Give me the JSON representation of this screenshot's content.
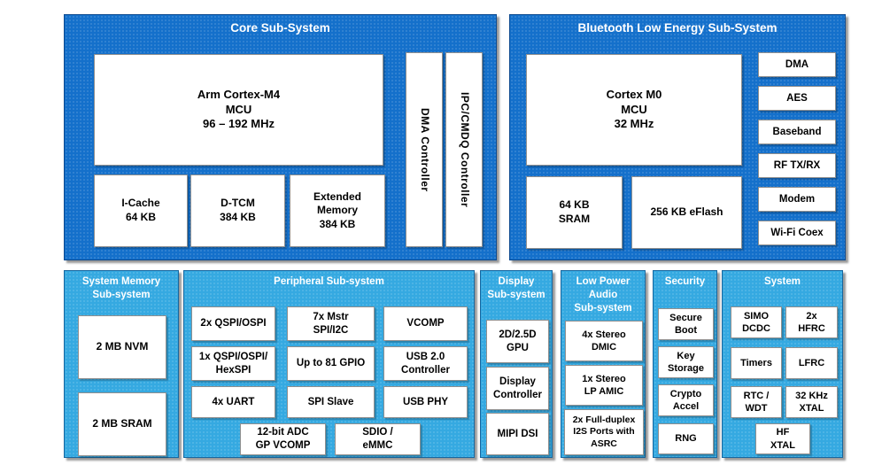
{
  "colors": {
    "dark_blue": "#1470CB",
    "light_blue": "#35A9E1",
    "block_bg": "#FFFFFF",
    "title_text": "#FFFFFF",
    "block_text": "#000000"
  },
  "core": {
    "title": "Core Sub-System",
    "mcu": "Arm Cortex-M4\nMCU\n96 – 192 MHz",
    "icache": "I-Cache\n64 KB",
    "dtcm": "D-TCM\n384 KB",
    "ext_memory": "Extended\nMemory\n384 KB",
    "dma_controller": "DMA Controller",
    "ipc_controller": "IPC/CMDQ Controller"
  },
  "ble": {
    "title": "Bluetooth Low Energy Sub-System",
    "mcu": "Cortex M0\nMCU\n32 MHz",
    "sram": "64 KB\nSRAM",
    "eflash": "256 KB eFlash",
    "blocks": [
      "DMA",
      "AES",
      "Baseband",
      "RF TX/RX",
      "Modem",
      "Wi-Fi Coex"
    ]
  },
  "system_memory": {
    "title": "System Memory\nSub-system",
    "nvm": "2 MB NVM",
    "sram": "2 MB SRAM"
  },
  "peripheral": {
    "title": "Peripheral Sub-system",
    "row1": [
      "2x QSPI/OSPI",
      "7x Mstr\nSPI/I2C",
      "VCOMP"
    ],
    "row2": [
      "1x QSPI/OSPI/\nHexSPI",
      "Up to 81 GPIO",
      "USB 2.0\nController"
    ],
    "row3": [
      "4x UART",
      "SPI Slave",
      "USB PHY"
    ],
    "row4": [
      "12-bit ADC\nGP VCOMP",
      "SDIO /\neMMC"
    ]
  },
  "display": {
    "title": "Display\nSub-system",
    "blocks": [
      "2D/2.5D\nGPU",
      "Display\nController",
      "MIPI DSI"
    ]
  },
  "audio": {
    "title": "Low Power\nAudio\nSub-system",
    "blocks": [
      "4x Stereo\nDMIC",
      "1x Stereo\nLP AMIC",
      "2x Full-duplex\nI2S Ports with\nASRC"
    ]
  },
  "security": {
    "title": "Security",
    "blocks": [
      "Secure\nBoot",
      "Key\nStorage",
      "Crypto\nAccel",
      "RNG"
    ]
  },
  "system": {
    "title": "System",
    "grid": [
      "SIMO\nDCDC",
      "2x\nHFRC",
      "Timers",
      "LFRC",
      "RTC /\nWDT",
      "32 KHz\nXTAL"
    ],
    "hf_xtal": "HF\nXTAL"
  }
}
